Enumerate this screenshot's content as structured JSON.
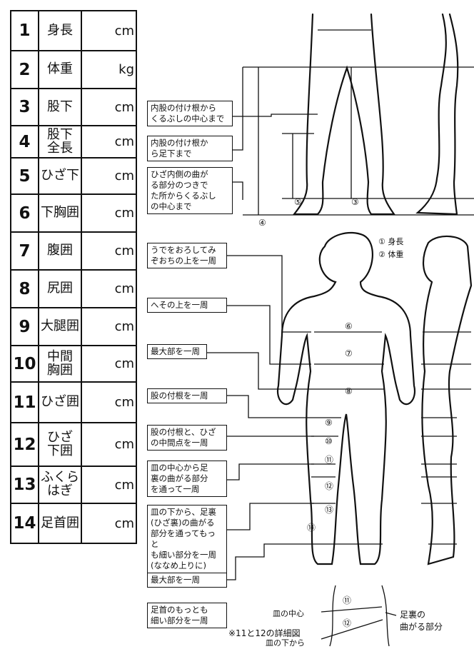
{
  "rows": [
    {
      "num": "1",
      "label": "身長",
      "unit": "cm",
      "note": ""
    },
    {
      "num": "2",
      "label": "体重",
      "unit": "kg",
      "note": ""
    },
    {
      "num": "3",
      "label": "股下",
      "unit": "cm",
      "note": "内股の付け根から\nくるぶしの中心まで"
    },
    {
      "num": "4",
      "label": "股下\n全長",
      "unit": "cm",
      "note": "内股の付け根か\nら足下まで"
    },
    {
      "num": "5",
      "label": "ひざ下",
      "unit": "cm",
      "note": "ひざ内側の曲が\nる部分のつきで\nた所からくるぶし\nの中心まで"
    },
    {
      "num": "6",
      "label": "下胸囲",
      "unit": "cm",
      "note": "うでをおろしてみ\nぞおちの上を一周"
    },
    {
      "num": "7",
      "label": "腹囲",
      "unit": "cm",
      "note": "へその上を一周"
    },
    {
      "num": "8",
      "label": "尻囲",
      "unit": "cm",
      "note": "最大部を一周"
    },
    {
      "num": "9",
      "label": "大腿囲",
      "unit": "cm",
      "note": "股の付根を一周"
    },
    {
      "num": "10",
      "label": "中間\n胸囲",
      "unit": "cm",
      "note": "股の付根と、ひざ\nの中間点を一周"
    },
    {
      "num": "11",
      "label": "ひざ囲",
      "unit": "cm",
      "note": "皿の中心から足\n裏の曲がる部分\nを通って一周"
    },
    {
      "num": "12",
      "label": "ひざ\n下囲",
      "unit": "cm",
      "note": "皿の下から、足裏\n(ひざ裏)の曲がる\n部分を通ってもっと\nも細い部分を一周\n(ななめ上りに)"
    },
    {
      "num": "13",
      "label": "ふくら\nはぎ",
      "unit": "cm",
      "note": "最大部を一周"
    },
    {
      "num": "14",
      "label": "足首囲",
      "unit": "cm",
      "note": "足首のもっとも\n細い部分を一周"
    }
  ],
  "legend": {
    "item1": "① 身長",
    "item2": "② 体重"
  },
  "markers": [
    "①",
    "②",
    "③",
    "④",
    "⑤",
    "⑥",
    "⑦",
    "⑧",
    "⑨",
    "⑩",
    "⑪",
    "⑫",
    "⑬",
    "⑭"
  ],
  "detail": {
    "caption": "※11と12の詳細図",
    "center_label": "皿の中心",
    "below_label": "皿の下から",
    "back_label": "足裏の\n曲がる部分"
  }
}
